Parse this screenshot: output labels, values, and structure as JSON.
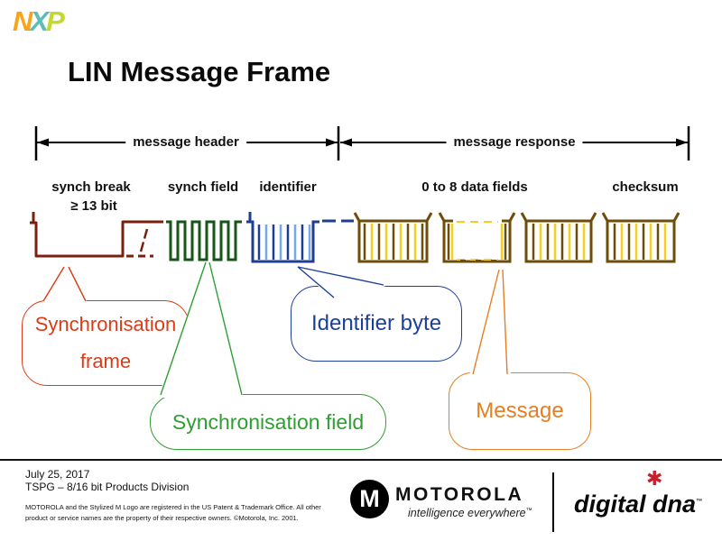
{
  "colors": {
    "synch_break": "#7b200f",
    "synch_field": "#175617",
    "identifier_outline": "#1d3e92",
    "identifier_fill": "#74a9f2",
    "data_outline": "#6e4d08",
    "data_fill": "#f5cf1f",
    "callout_sync_frame": "#dc3b16",
    "callout_sync_field": "#2f9e32",
    "callout_identifier": "#1d3f9c",
    "callout_message": "#e67e22",
    "dna_asterisk": "#c81f2e",
    "logo_n": "#f7a41d",
    "logo_x": "#5fbdb5",
    "logo_p": "#c3d830"
  },
  "logo": {
    "n": "N",
    "x": "X",
    "p": "P"
  },
  "title": "LIN Message Frame",
  "arrows": {
    "header": "message header",
    "response": "message response"
  },
  "fields": {
    "synch_break": "synch break",
    "synch_break_sub": "≥ 13 bit",
    "synch_field": "synch field",
    "identifier": "identifier",
    "data": "0 to 8 data fields",
    "checksum": "checksum"
  },
  "callouts": {
    "sync_frame_line1": "Synchronisation",
    "sync_frame_line2": "frame",
    "sync_field": "Synchronisation field",
    "identifier": "Identifier byte",
    "message": "Message"
  },
  "footer": {
    "date": "July 25, 2017",
    "division": "TSPG – 8/16 bit Products Division",
    "disclaimer1": "MOTOROLA and the Stylized M Logo are registered in the US Patent & Trademark Office. All other",
    "disclaimer2": "product or service names are the property of their respective owners.  ©Motorola, Inc. 2001.",
    "motorola_m": "M",
    "motorola": "MOTOROLA",
    "tagline": "intelligence everywhere",
    "tagline_tm": "™",
    "dna": "digital dna",
    "dna_tm": "™",
    "asterisk": "✱"
  }
}
